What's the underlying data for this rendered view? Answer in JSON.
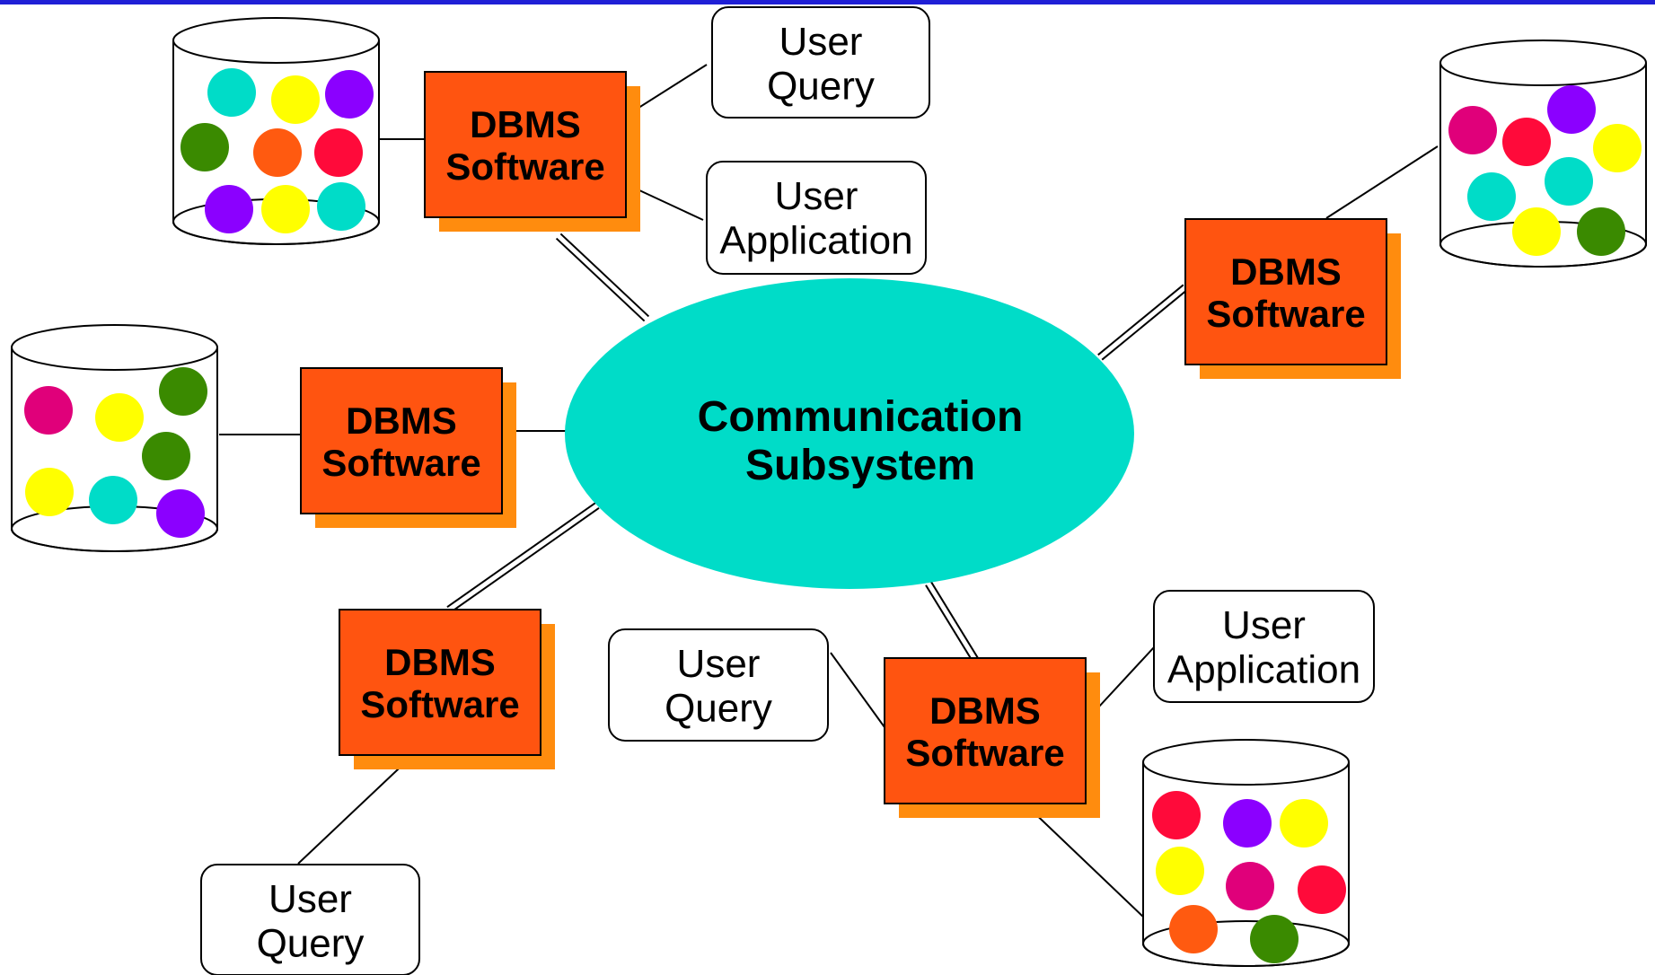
{
  "colors": {
    "top_bar": "#1f1fd6",
    "dbms_fill": "#ff5410",
    "dbms_shadow": "#ff8c0e",
    "hub_fill": "#00dcc8",
    "stroke": "#000000",
    "ball_teal": "#00dcc8",
    "ball_yellow": "#ffff00",
    "ball_purple": "#8b00ff",
    "ball_green": "#3a8a00",
    "ball_orange": "#ff5a10",
    "ball_red": "#ff0a3a",
    "ball_magenta": "#e0007a"
  },
  "hub": {
    "line1": "Communication",
    "line2": "Subsystem"
  },
  "dbms": [
    {
      "id": "top-left",
      "line1": "DBMS",
      "line2": "Software"
    },
    {
      "id": "right",
      "line1": "DBMS",
      "line2": "Software"
    },
    {
      "id": "middle-left",
      "line1": "DBMS",
      "line2": "Software"
    },
    {
      "id": "bottom-left",
      "line1": "DBMS",
      "line2": "Software"
    },
    {
      "id": "bottom-right",
      "line1": "DBMS",
      "line2": "Software"
    }
  ],
  "users": [
    {
      "id": "query-top",
      "line1": "User",
      "line2": "Query"
    },
    {
      "id": "application-top",
      "line1": "User",
      "line2": "Application"
    },
    {
      "id": "query-bottom-left",
      "line1": "User",
      "line2": "Query"
    },
    {
      "id": "query-bottom-mid",
      "line1": "User",
      "line2": "Query"
    },
    {
      "id": "application-bottom-right",
      "line1": "User",
      "line2": "Application"
    }
  ],
  "databases": [
    {
      "id": "db-top-left",
      "balls": [
        "ball_teal",
        "ball_yellow",
        "ball_purple",
        "ball_green",
        "ball_orange",
        "ball_red",
        "ball_purple",
        "ball_yellow",
        "ball_teal"
      ]
    },
    {
      "id": "db-right",
      "balls": [
        "ball_magenta",
        "ball_red",
        "ball_purple",
        "ball_yellow",
        "ball_teal",
        "ball_teal",
        "ball_yellow",
        "ball_green"
      ]
    },
    {
      "id": "db-left",
      "balls": [
        "ball_magenta",
        "ball_yellow",
        "ball_green",
        "ball_green",
        "ball_yellow",
        "ball_teal",
        "ball_purple"
      ]
    },
    {
      "id": "db-bottom-right",
      "balls": [
        "ball_red",
        "ball_purple",
        "ball_yellow",
        "ball_yellow",
        "ball_magenta",
        "ball_red",
        "ball_orange",
        "ball_green"
      ]
    }
  ]
}
